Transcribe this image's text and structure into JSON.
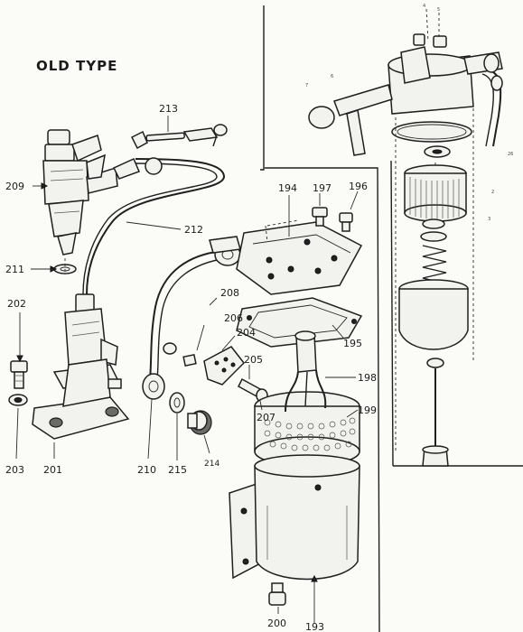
{
  "title": "OLD TYPE",
  "callouts": {
    "c193": "193",
    "c194": "194",
    "c195": "195",
    "c196": "196",
    "c197": "197",
    "c198": "198",
    "c199": "199",
    "c200": "200",
    "c201": "201",
    "c202": "202",
    "c203": "203",
    "c204": "204",
    "c205": "205",
    "c206": "206",
    "c207": "207",
    "c208": "208",
    "c209": "209",
    "c210": "210",
    "c211": "211",
    "c212": "212",
    "c213": "213",
    "c214": "214",
    "c215": "215"
  },
  "filter_callouts": {
    "r1": "4",
    "r2": "5",
    "r3": "6",
    "r4": "7",
    "r5": "2",
    "r6": "26",
    "r7": "3"
  }
}
